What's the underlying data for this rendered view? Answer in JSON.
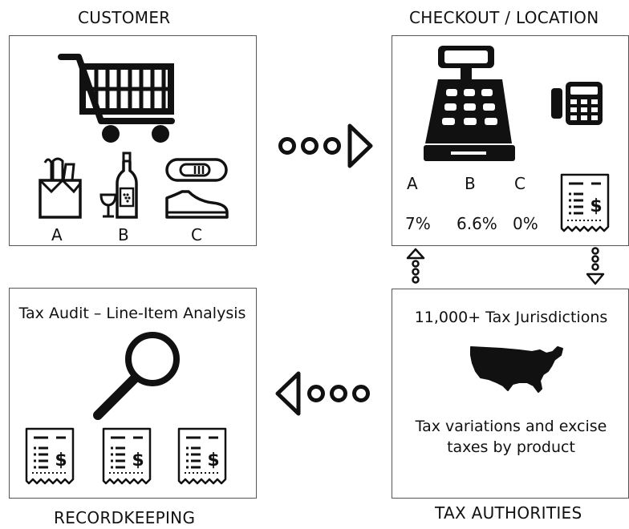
{
  "titles": {
    "customer": "CUSTOMER",
    "checkout": "CHECKOUT / LOCATION",
    "recordkeeping": "RECORDKEEPING",
    "tax_authorities": "TAX AUTHORITIES"
  },
  "customer_box": {
    "items": [
      {
        "label": "A",
        "icon": "grocery-bag-icon"
      },
      {
        "label": "B",
        "icon": "wine-bottle-glass-icon"
      },
      {
        "label": "C",
        "icon": "shoe-icon"
      }
    ]
  },
  "checkout_box": {
    "categories": [
      "A",
      "B",
      "C"
    ],
    "rates": [
      "7%",
      "6.6%",
      "0%"
    ]
  },
  "audit_box": {
    "title": "Tax Audit – Line-Item Analysis"
  },
  "authorities_box": {
    "jurisdictions": "11,000+  Tax Jurisdictions",
    "variations_line1": "Tax variations and excise",
    "variations_line2": "taxes by product"
  },
  "icons": {
    "cart": "shopping-cart-icon",
    "register": "cash-register-icon",
    "card_terminal": "card-terminal-icon",
    "receipt": "receipt-icon",
    "magnifier": "magnifying-glass-icon",
    "usa": "usa-map-icon"
  }
}
